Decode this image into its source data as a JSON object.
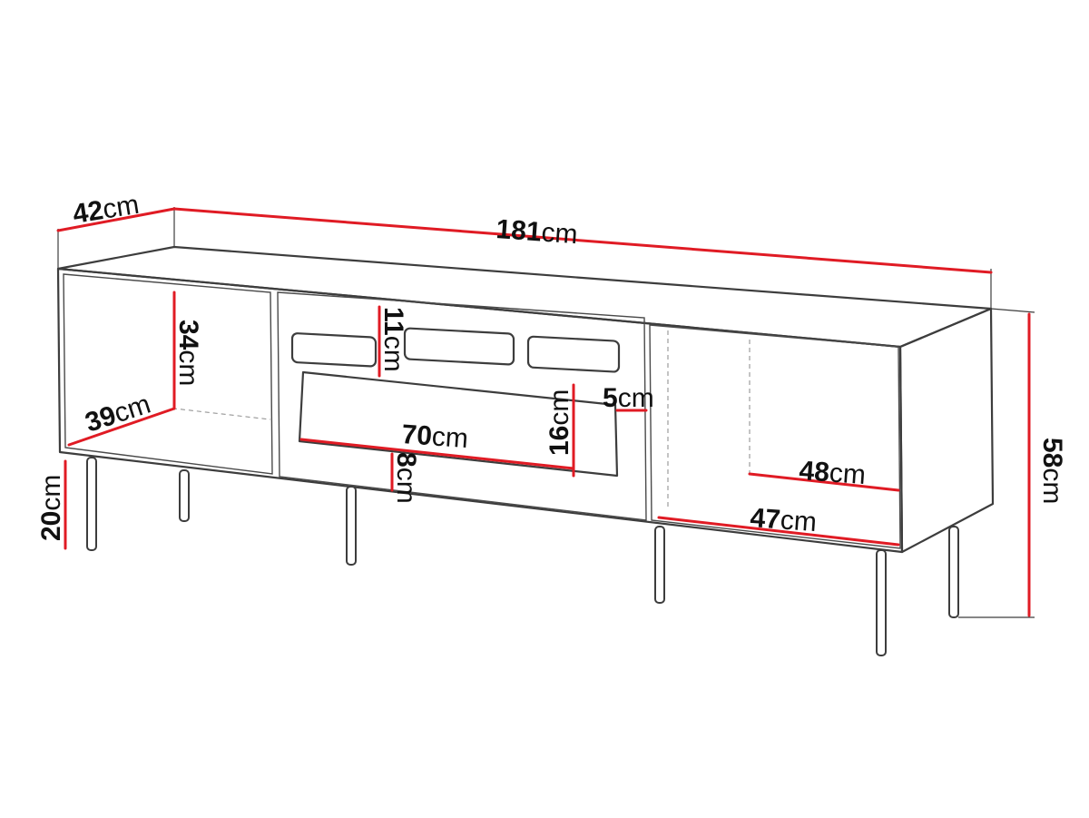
{
  "product": "tv-stand-dimension-drawing",
  "colors": {
    "dimension_line": "#e01b24",
    "outline": "#3d3d3d",
    "text": "#111111"
  },
  "dimensions": {
    "depth": {
      "value": "42",
      "unit": "cm"
    },
    "width": {
      "value": "181",
      "unit": "cm"
    },
    "height": {
      "value": "58",
      "unit": "cm"
    },
    "leg_height": {
      "value": "20",
      "unit": "cm"
    },
    "left_inner_h": {
      "value": "34",
      "unit": "cm"
    },
    "left_inner_d": {
      "value": "39",
      "unit": "cm"
    },
    "drawer_h": {
      "value": "11",
      "unit": "cm"
    },
    "open_shelf_h": {
      "value": "16",
      "unit": "cm"
    },
    "gap": {
      "value": "5",
      "unit": "cm"
    },
    "shelf_w": {
      "value": "70",
      "unit": "cm"
    },
    "bottom_rail": {
      "value": "8",
      "unit": "cm"
    },
    "right_inner_d": {
      "value": "48",
      "unit": "cm"
    },
    "right_inner_w": {
      "value": "47",
      "unit": "cm"
    }
  }
}
